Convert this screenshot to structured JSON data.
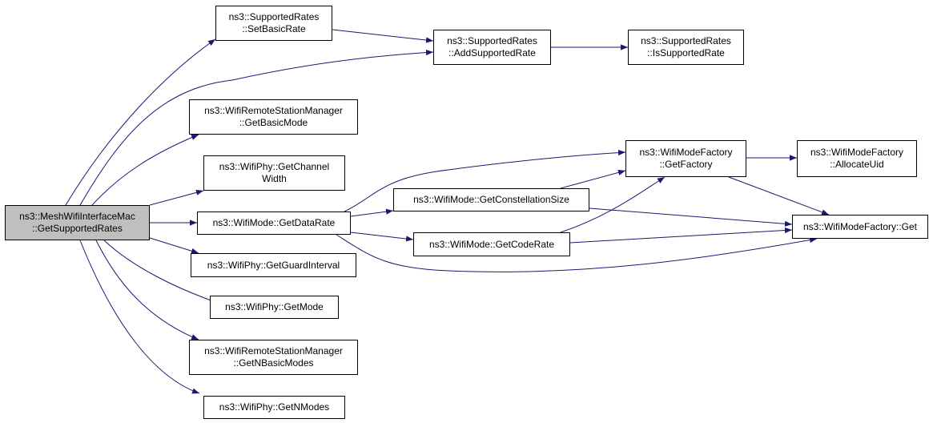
{
  "colors": {
    "edge": "#191970",
    "node_border": "#000000",
    "node_fill": "#ffffff",
    "root_fill": "#bfbfbf",
    "background": "#ffffff"
  },
  "nodes": {
    "root": {
      "line1": "ns3::MeshWifiInterfaceMac",
      "line2": "::GetSupportedRates"
    },
    "set_basic_rate": {
      "line1": "ns3::SupportedRates",
      "line2": "::SetBasicRate"
    },
    "add_supported_rate": {
      "line1": "ns3::SupportedRates",
      "line2": "::AddSupportedRate"
    },
    "is_supported_rate": {
      "line1": "ns3::SupportedRates",
      "line2": "::IsSupportedRate"
    },
    "get_basic_mode": {
      "line1": "ns3::WifiRemoteStationManager",
      "line2": "::GetBasicMode"
    },
    "get_channel_width": {
      "line1": "ns3::WifiPhy::GetChannel",
      "line2": "Width"
    },
    "get_data_rate": {
      "line1": "ns3::WifiMode::GetDataRate"
    },
    "get_guard_interval": {
      "line1": "ns3::WifiPhy::GetGuardInterval"
    },
    "get_mode": {
      "line1": "ns3::WifiPhy::GetMode"
    },
    "get_n_basic_modes": {
      "line1": "ns3::WifiRemoteStationManager",
      "line2": "::GetNBasicModes"
    },
    "get_n_modes": {
      "line1": "ns3::WifiPhy::GetNModes"
    },
    "get_constellation_size": {
      "line1": "ns3::WifiMode::GetConstellationSize"
    },
    "get_code_rate": {
      "line1": "ns3::WifiMode::GetCodeRate"
    },
    "get_factory": {
      "line1": "ns3::WifiModeFactory",
      "line2": "::GetFactory"
    },
    "allocate_uid": {
      "line1": "ns3::WifiModeFactory",
      "line2": "::AllocateUid"
    },
    "factory_get": {
      "line1": "ns3::WifiModeFactory::Get"
    }
  },
  "edges": [
    {
      "from": "root",
      "to": "set_basic_rate"
    },
    {
      "from": "root",
      "to": "add_supported_rate"
    },
    {
      "from": "root",
      "to": "get_basic_mode"
    },
    {
      "from": "root",
      "to": "get_channel_width"
    },
    {
      "from": "root",
      "to": "get_data_rate"
    },
    {
      "from": "root",
      "to": "get_guard_interval"
    },
    {
      "from": "root",
      "to": "get_mode"
    },
    {
      "from": "root",
      "to": "get_n_basic_modes"
    },
    {
      "from": "root",
      "to": "get_n_modes"
    },
    {
      "from": "set_basic_rate",
      "to": "add_supported_rate"
    },
    {
      "from": "add_supported_rate",
      "to": "is_supported_rate"
    },
    {
      "from": "get_data_rate",
      "to": "get_factory"
    },
    {
      "from": "get_data_rate",
      "to": "get_constellation_size"
    },
    {
      "from": "get_data_rate",
      "to": "get_code_rate"
    },
    {
      "from": "get_data_rate",
      "to": "factory_get"
    },
    {
      "from": "get_constellation_size",
      "to": "get_factory"
    },
    {
      "from": "get_constellation_size",
      "to": "factory_get"
    },
    {
      "from": "get_code_rate",
      "to": "get_factory"
    },
    {
      "from": "get_code_rate",
      "to": "factory_get"
    },
    {
      "from": "get_factory",
      "to": "allocate_uid"
    },
    {
      "from": "get_factory",
      "to": "factory_get"
    }
  ]
}
